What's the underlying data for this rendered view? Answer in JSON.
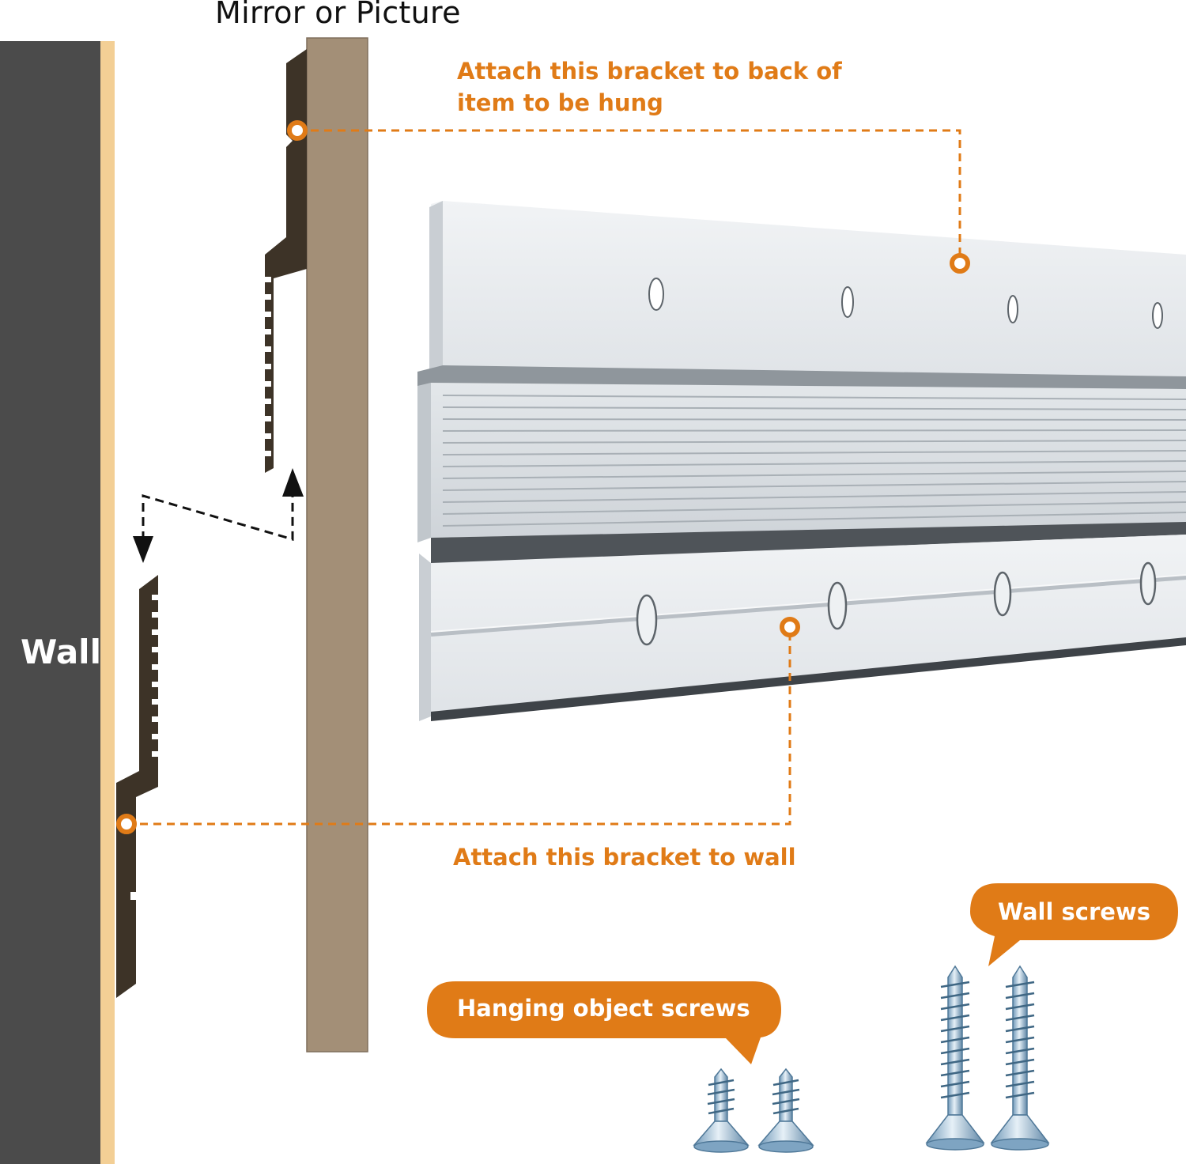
{
  "diagram": {
    "title": "Mirror or Picture",
    "wall_label": "Wall",
    "callout_top": {
      "line1": "Attach this bracket to back of",
      "line2": "item to be hung"
    },
    "callout_bottom": "Attach this bracket to wall",
    "pill_wall_screws": "Wall screws",
    "pill_hanging_screws": "Hanging object screws"
  },
  "colors": {
    "accent": "#e07b17",
    "wall": "#4b4b4b",
    "wall_edge": "#f3cf95",
    "board": "#a38f77",
    "bracket": "#3d3327",
    "metal": "#e8ebee"
  }
}
